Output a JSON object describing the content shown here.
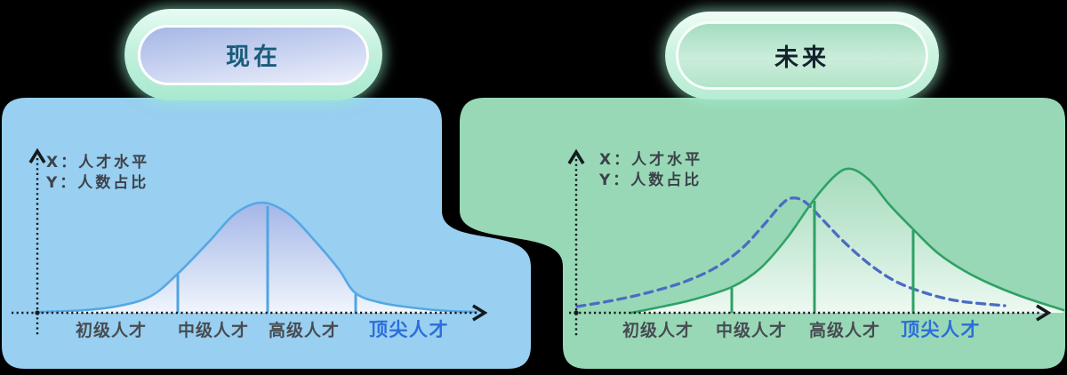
{
  "background_color": "#000000",
  "pills": {
    "now": {
      "label": "现在",
      "text_color": "#195C7B"
    },
    "future": {
      "label": "未来",
      "text_color": "#14222E"
    }
  },
  "panels": {
    "now": {
      "color": "#99CFF0"
    },
    "future": {
      "color": "#98D8B6"
    }
  },
  "chart_data": [
    {
      "type": "area",
      "title": "现在",
      "legend": {
        "x_label": "X：人才水平",
        "y_label": "Y：人数占比"
      },
      "categories": [
        {
          "label": "初级人才",
          "highlight": false
        },
        {
          "label": "中级人才",
          "highlight": false
        },
        {
          "label": "高级人才",
          "highlight": false
        },
        {
          "label": "顶尖人才",
          "highlight": true,
          "highlight_color": "#2C6ED8"
        }
      ],
      "axes": {
        "origin_x": 42,
        "baseline_y": 352,
        "x_start": 13,
        "x_end": 536,
        "y_top": 178,
        "y_bottom": 378,
        "axis_color": "#15191E"
      },
      "series": [
        {
          "name": "talent-distribution-now",
          "line": "solid",
          "color": "#54A8E4",
          "width": 2.6,
          "fill": "blueFill",
          "points": [
            [
              45,
              351
            ],
            [
              95,
              349
            ],
            [
              135,
              344
            ],
            [
              170,
              333
            ],
            [
              200,
              308
            ],
            [
              235,
              272
            ],
            [
              265,
              240
            ],
            [
              295,
              228
            ],
            [
              325,
              241
            ],
            [
              355,
              272
            ],
            [
              381,
              303
            ],
            [
              400,
              330
            ],
            [
              430,
              341
            ],
            [
              470,
              347
            ],
            [
              505,
              350
            ],
            [
              536,
              351
            ]
          ]
        }
      ],
      "dividers": {
        "color": "#4FA5E3",
        "lines": [
          [
            200,
            309
          ],
          [
            301,
            232
          ],
          [
            400,
            331
          ]
        ]
      }
    },
    {
      "type": "area",
      "title": "未来",
      "legend": {
        "x_label": "X：人才水平",
        "y_label": "Y：人数占比"
      },
      "categories": [
        {
          "label": "初级人才",
          "highlight": false
        },
        {
          "label": "中级人才",
          "highlight": false
        },
        {
          "label": "高级人才",
          "highlight": false
        },
        {
          "label": "顶尖人才",
          "highlight": true,
          "highlight_color": "#2C6ED8"
        }
      ],
      "axes": {
        "origin_x": 648,
        "baseline_y": 352,
        "x_start": 640,
        "x_end": 1170,
        "y_top": 179,
        "y_bottom": 378,
        "axis_color": "#15191E"
      },
      "series": [
        {
          "name": "talent-distribution-now-reference",
          "line": "dashed",
          "color": "#4A6CC3",
          "width": 3.3,
          "points": [
            [
              649,
              345
            ],
            [
              690,
              338
            ],
            [
              730,
              329
            ],
            [
              770,
              317
            ],
            [
              805,
              301
            ],
            [
              835,
              279
            ],
            [
              860,
              252
            ],
            [
              878,
              231
            ],
            [
              890,
              223
            ],
            [
              905,
              227
            ],
            [
              925,
              247
            ],
            [
              950,
              273
            ],
            [
              980,
              299
            ],
            [
              1010,
              318
            ],
            [
              1045,
              331
            ],
            [
              1080,
              339
            ],
            [
              1130,
              344
            ]
          ]
        },
        {
          "name": "talent-distribution-future",
          "line": "solid",
          "color": "#2EA165",
          "width": 2.6,
          "fill": "greenFill",
          "points": [
            [
              710,
              352
            ],
            [
              745,
              345
            ],
            [
              780,
              337
            ],
            [
              823,
              323
            ],
            [
              855,
              302
            ],
            [
              885,
              268
            ],
            [
              916,
              224
            ],
            [
              940,
              197
            ],
            [
              957,
              190
            ],
            [
              978,
              203
            ],
            [
              1000,
              230
            ],
            [
              1027,
              258
            ],
            [
              1055,
              285
            ],
            [
              1085,
              305
            ],
            [
              1115,
              320
            ],
            [
              1150,
              334
            ],
            [
              1196,
              349
            ]
          ]
        }
      ],
      "dividers": {
        "color": "#2EA165",
        "lines": [
          [
            823,
            324
          ],
          [
            916,
            226
          ],
          [
            1027,
            259
          ]
        ]
      }
    }
  ]
}
